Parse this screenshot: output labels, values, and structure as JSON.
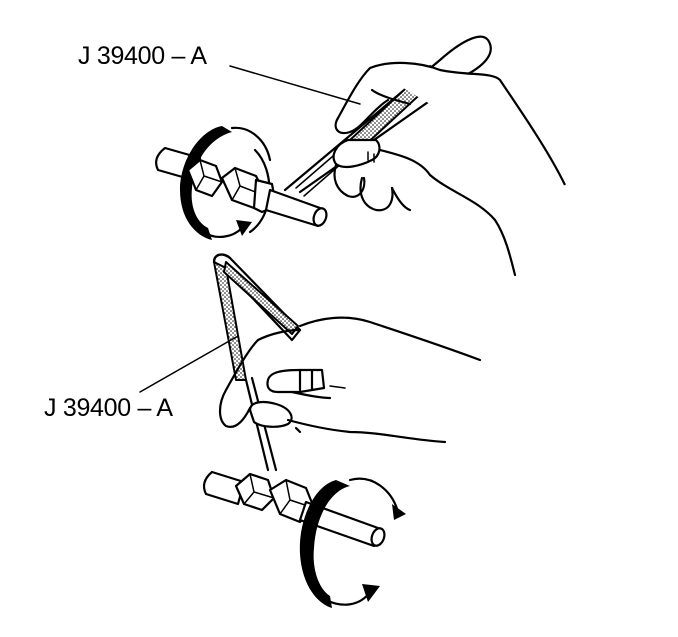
{
  "diagram": {
    "callouts": [
      {
        "id": "tool-top",
        "text": "J 39400 – A"
      },
      {
        "id": "tool-bottom",
        "text": "J 39400 – A"
      }
    ]
  },
  "colors": {
    "ink": "#000000",
    "background": "#ffffff"
  }
}
